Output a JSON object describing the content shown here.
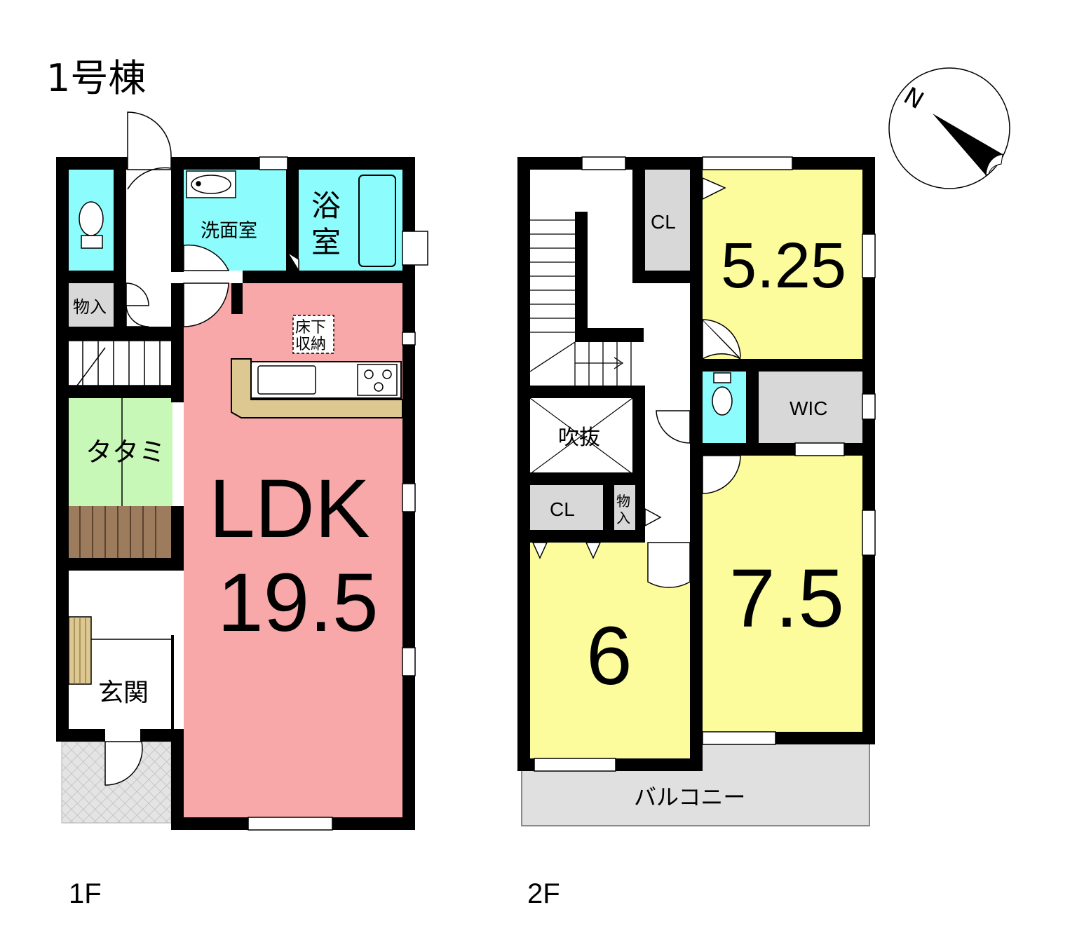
{
  "building_title": "1号棟",
  "compass": {
    "north_label": "N"
  },
  "floor1": {
    "floor_label": "1F",
    "rooms": {
      "senmen": "洗面室",
      "yoku_1": "浴",
      "yoku_2": "室",
      "monoire": "物入",
      "yukashita_1": "床下",
      "yukashita_2": "収納",
      "tatami": "タタミ",
      "ldk_name": "LDK",
      "ldk_size": "19.5",
      "genkan": "玄関"
    }
  },
  "floor2": {
    "floor_label": "2F",
    "rooms": {
      "cl_upper": "CL",
      "room_525": "5.25",
      "wic": "WIC",
      "fukinuke": "吹抜",
      "cl_lower": "CL",
      "monoire_1": "物",
      "monoire_2": "入",
      "room_6": "6",
      "room_75": "7.5",
      "balcony": "バルコニー"
    }
  },
  "colors": {
    "ldk": "#f8a8a8",
    "bedroom": "#fcfc9c",
    "wet": "#8cfcfc",
    "tatami": "#c8f8b8",
    "storage": "#d8d8d8",
    "kitchen": "#dcc890",
    "wood": "#9c7c5c",
    "balcony": "#e0e0e0",
    "wall": "#000000"
  }
}
